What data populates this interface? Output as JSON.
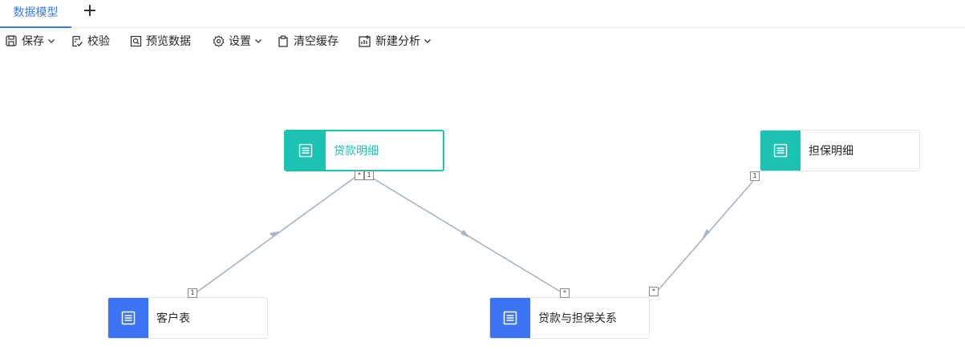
{
  "tabs": [
    {
      "label": "数据模型",
      "active": true
    }
  ],
  "tab_add_symbol": "+",
  "toolbar": {
    "save": "保存",
    "validate": "校验",
    "preview": "预览数据",
    "settings": "设置",
    "clear_cache": "清空缓存",
    "new_analysis": "新建分析"
  },
  "colors": {
    "accent": "#3b7cff",
    "teal": "#1cc3b2",
    "blue": "#3d74f6",
    "edge": "#a5b4c8"
  },
  "nodes": {
    "loan_detail": {
      "label": "贷款明细",
      "color": "teal",
      "selected": true
    },
    "guarantee_detail": {
      "label": "担保明细",
      "color": "teal",
      "selected": false
    },
    "customer": {
      "label": "客户表",
      "color": "blue",
      "selected": false
    },
    "loan_guarantee": {
      "label": "贷款与担保关系",
      "color": "blue",
      "selected": false
    }
  },
  "cardinality": {
    "loan_detail_to_customer": "*",
    "loan_detail_to_relation": "1",
    "customer_side": "1",
    "relation_from_loan": "*",
    "guarantee_side": "1",
    "relation_from_guarantee": "*"
  }
}
